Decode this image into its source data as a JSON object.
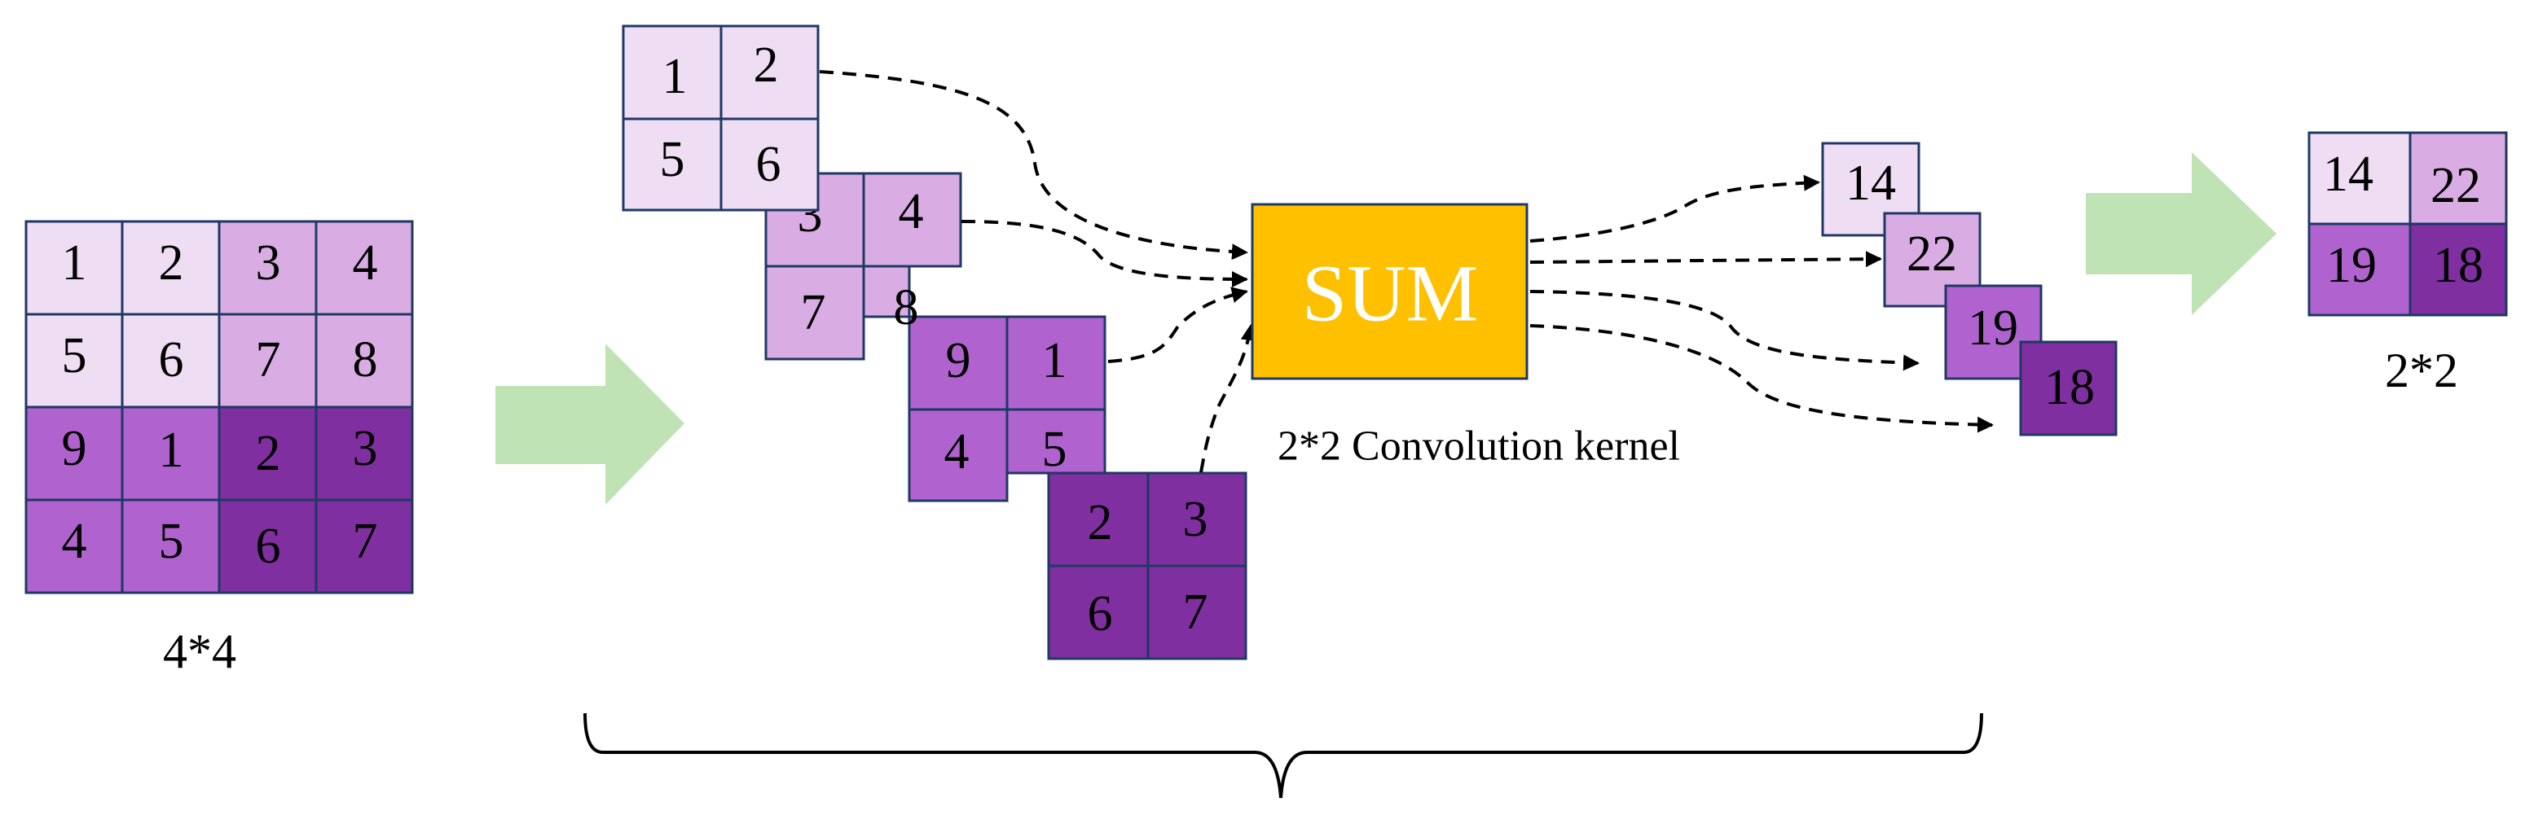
{
  "colors": {
    "shade1": "#EEDDF3",
    "shade2": "#D9ACE3",
    "shade3": "#B063CE",
    "shade4": "#7F2F9F",
    "cellBorder": "#1F3864",
    "sum": "#FFC000",
    "arrowFill": "#BFE3B4",
    "line": "#000000"
  },
  "input": {
    "label": "4*4",
    "rows": [
      [
        "1",
        "2",
        "3",
        "4"
      ],
      [
        "5",
        "6",
        "7",
        "8"
      ],
      [
        "9",
        "1",
        "2",
        "3"
      ],
      [
        "4",
        "5",
        "6",
        "7"
      ]
    ]
  },
  "patches": [
    {
      "cells": [
        "1",
        "2",
        "5",
        "6"
      ]
    },
    {
      "cells": [
        "3",
        "4",
        "7",
        "8"
      ]
    },
    {
      "cells": [
        "9",
        "1",
        "4",
        "5"
      ]
    },
    {
      "cells": [
        "2",
        "3",
        "6",
        "7"
      ]
    }
  ],
  "sum": {
    "label": "SUM",
    "caption": "2*2 Convolution kernel"
  },
  "results": [
    "14",
    "22",
    "19",
    "18"
  ],
  "output": {
    "label": "2*2",
    "rows": [
      [
        "14",
        "22"
      ],
      [
        "19",
        "18"
      ]
    ]
  }
}
